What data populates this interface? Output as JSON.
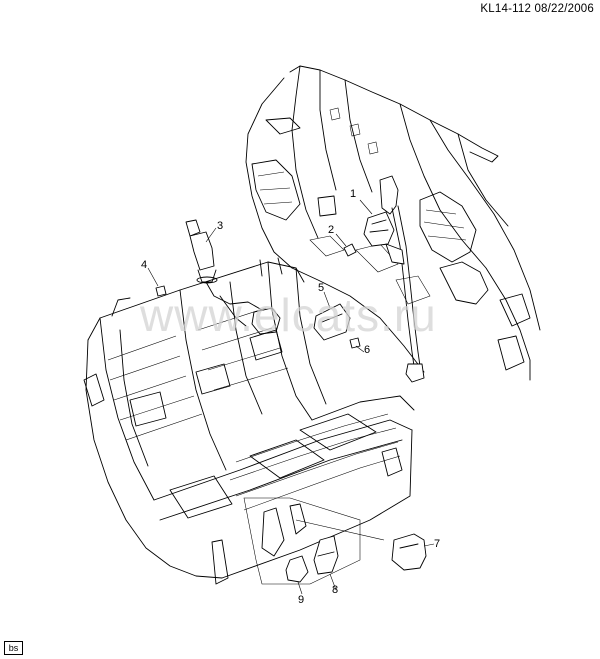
{
  "header": {
    "drawing_code": "KL14-112  08/22/2006"
  },
  "watermark": "www.elcats.ru",
  "corner_badge": "bs",
  "callouts": [
    {
      "id": "1",
      "label": "1"
    },
    {
      "id": "2",
      "label": "2"
    },
    {
      "id": "3",
      "label": "3"
    },
    {
      "id": "4",
      "label": "4"
    },
    {
      "id": "5",
      "label": "5"
    },
    {
      "id": "6",
      "label": "6"
    },
    {
      "id": "7",
      "label": "7"
    },
    {
      "id": "8",
      "label": "8"
    },
    {
      "id": "9",
      "label": "9"
    }
  ]
}
